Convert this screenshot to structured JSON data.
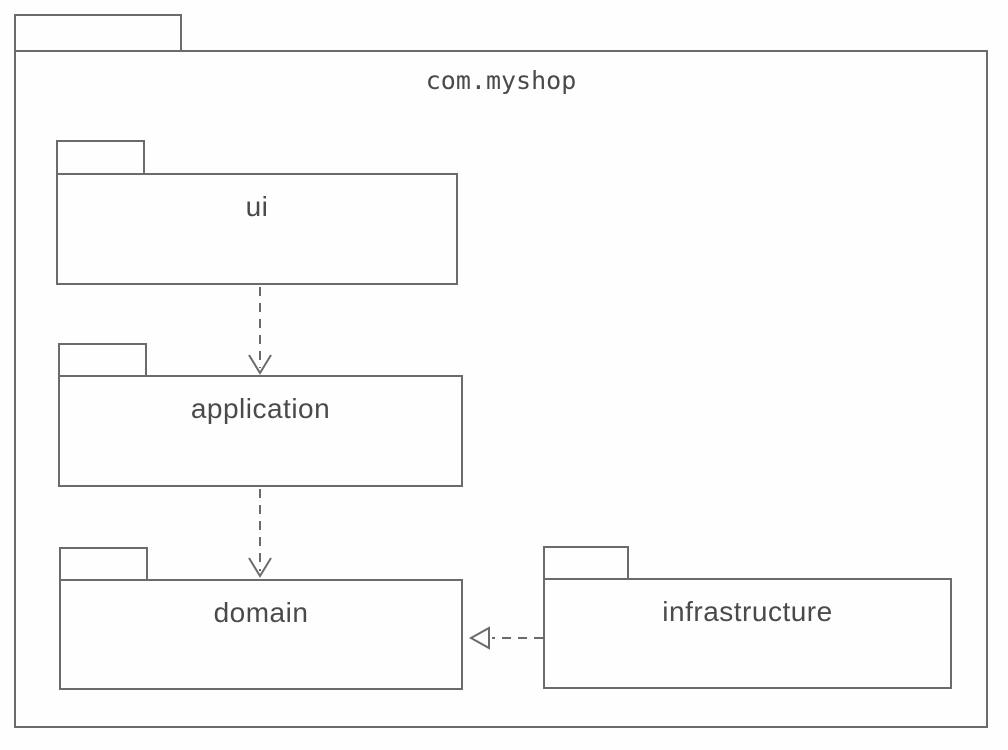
{
  "diagram": {
    "outer_package": {
      "name": "com.myshop"
    },
    "packages": [
      {
        "id": "ui",
        "label": "ui"
      },
      {
        "id": "application",
        "label": "application"
      },
      {
        "id": "domain",
        "label": "domain"
      },
      {
        "id": "infrastructure",
        "label": "infrastructure"
      }
    ],
    "relationships": [
      {
        "from": "ui",
        "to": "application",
        "type": "dependency",
        "line_style": "dashed",
        "arrowhead": "open-v"
      },
      {
        "from": "application",
        "to": "domain",
        "type": "dependency",
        "line_style": "dashed",
        "arrowhead": "open-v"
      },
      {
        "from": "infrastructure",
        "to": "domain",
        "type": "realization",
        "line_style": "dashed",
        "arrowhead": "hollow-triangle"
      }
    ],
    "colors": {
      "line": "#6b6b6b",
      "text": "#4a4a4a",
      "background": "#fefefe"
    }
  }
}
